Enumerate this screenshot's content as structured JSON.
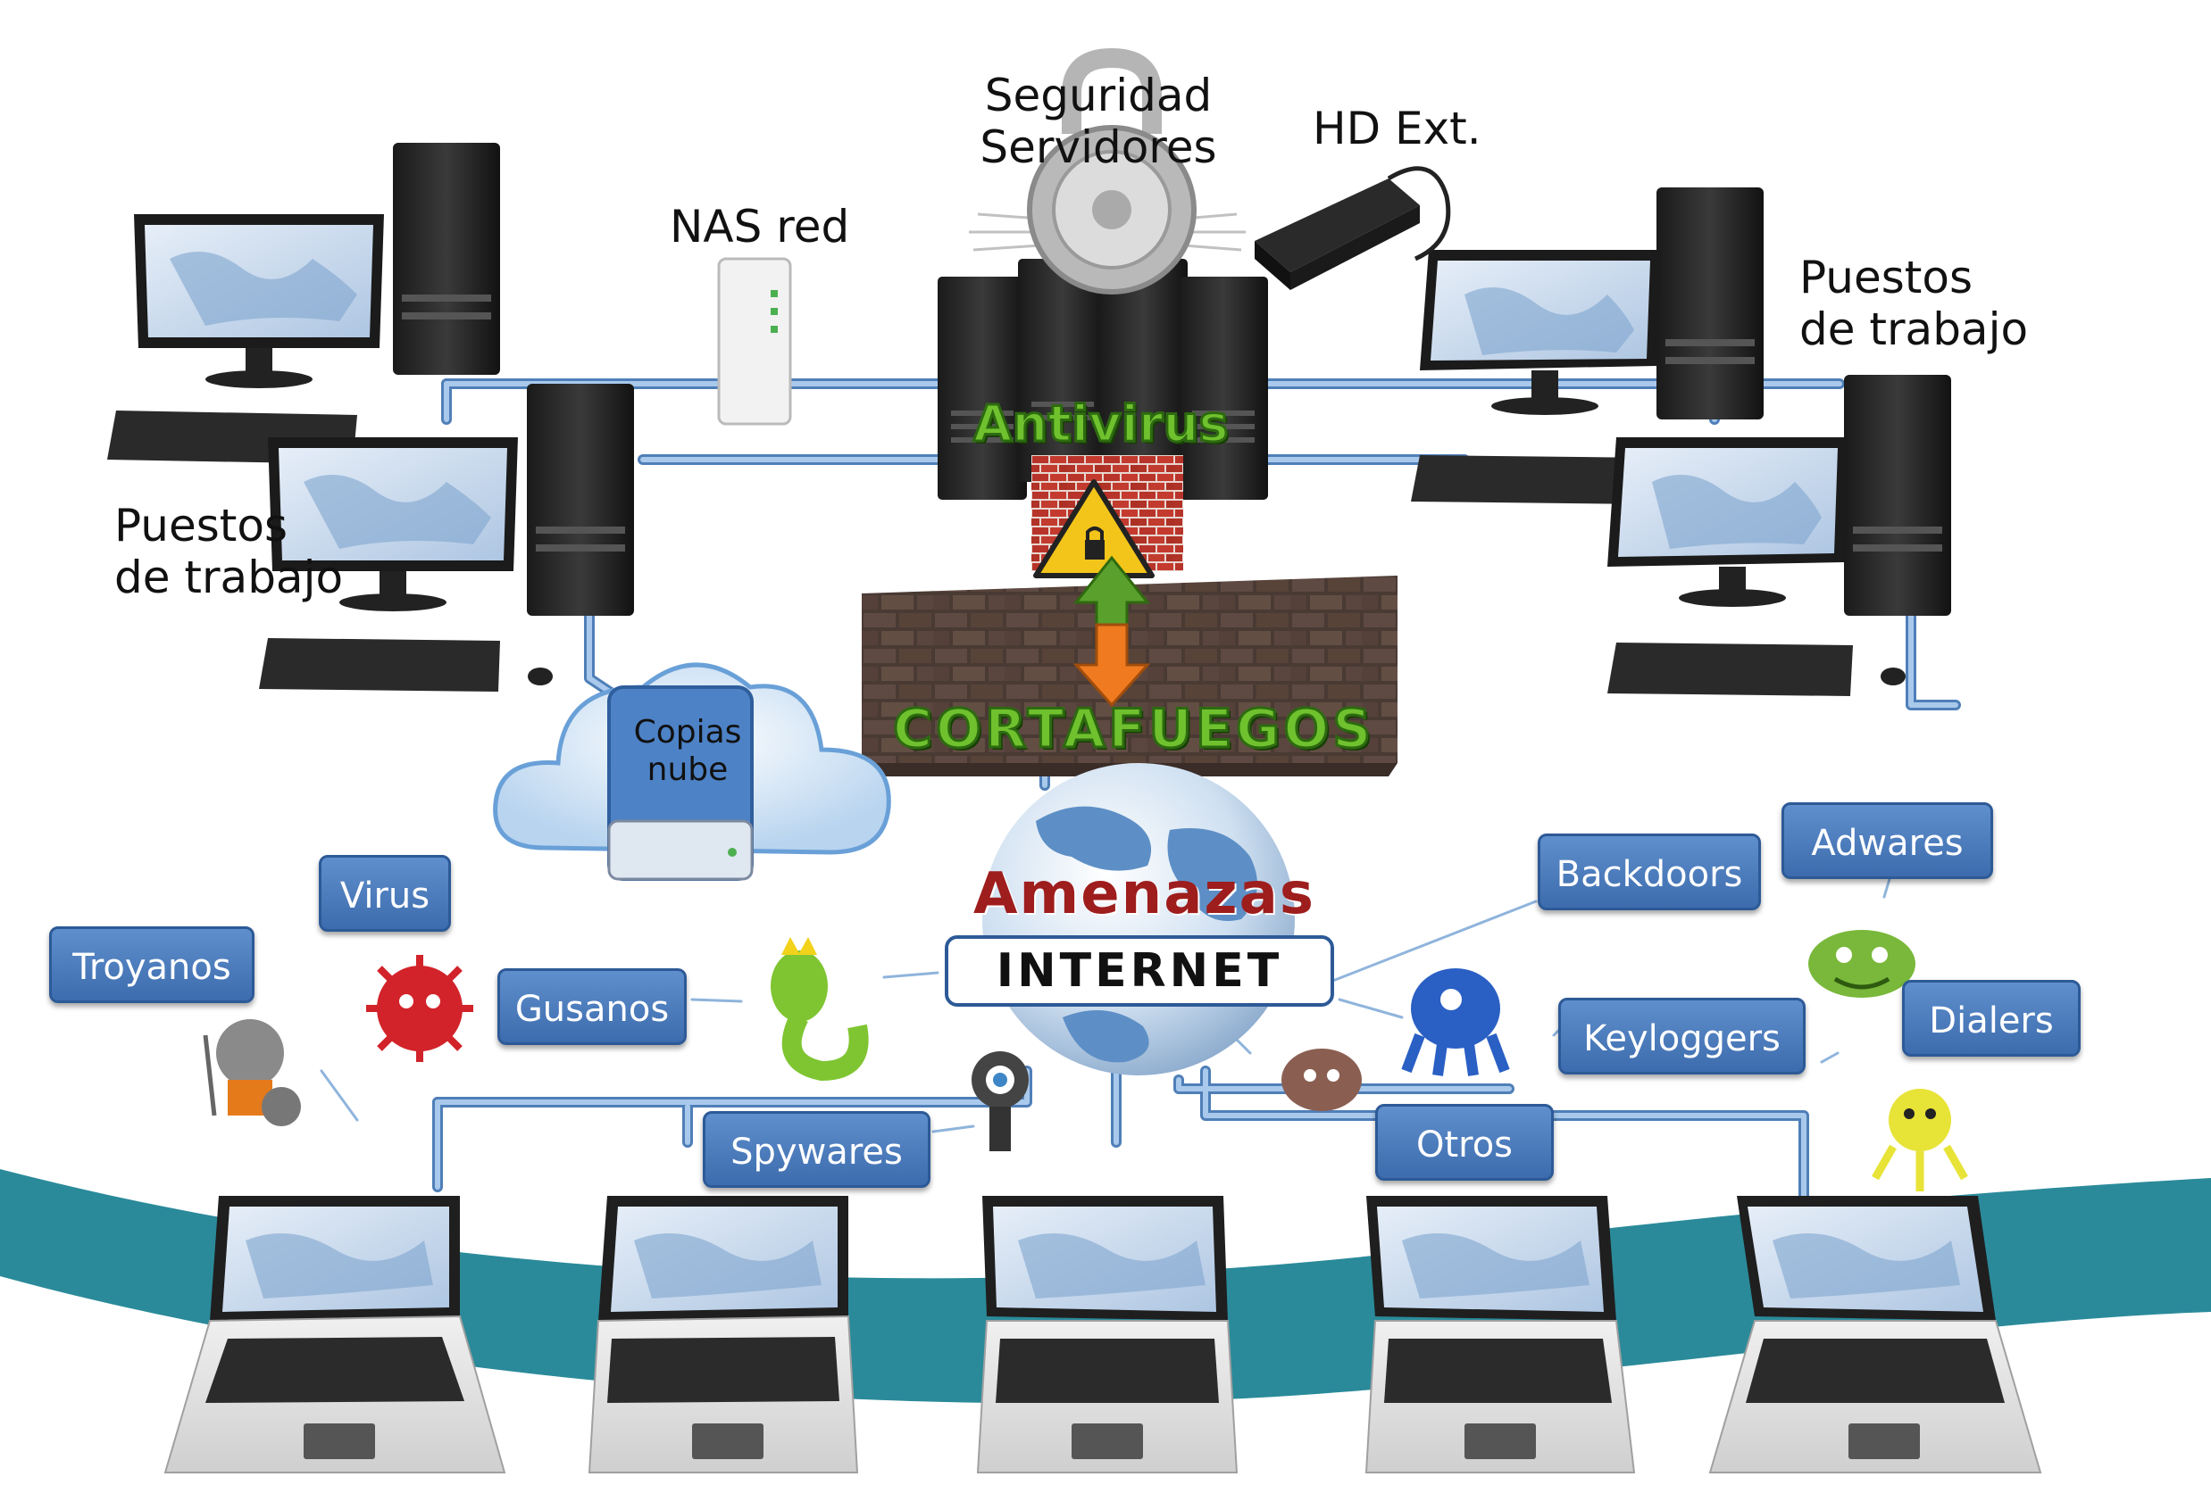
{
  "labels": {
    "seguridad_servidores": [
      "Seguridad",
      "Servidores"
    ],
    "hd_ext": "HD Ext.",
    "nas_red": "NAS red",
    "puestos_left": [
      "Puestos",
      "de trabajo"
    ],
    "puestos_right": [
      "Puestos",
      "de trabajo"
    ],
    "antivirus": "Antivirus",
    "cortafuegos": "CORTAFUEGOS",
    "copias_nube": [
      "Copias",
      "nube"
    ],
    "amenazas": "Amenazas",
    "internet": "INTERNET"
  },
  "threat_tags": {
    "troyanos": "Troyanos",
    "virus": "Virus",
    "gusanos": "Gusanos",
    "spywares": "Spywares",
    "otros": "Otros",
    "backdoors": "Backdoors",
    "adwares": "Adwares",
    "keyloggers": "Keyloggers",
    "dialers": "Dialers"
  },
  "colors": {
    "cable": "#8fb4dc",
    "cable_edge": "#4f7fb8",
    "tag_fill": "#4a7bbd",
    "wave": "#2a8a9a",
    "green_text": "#6fc12e",
    "amenazas": "#9e1d1d"
  }
}
